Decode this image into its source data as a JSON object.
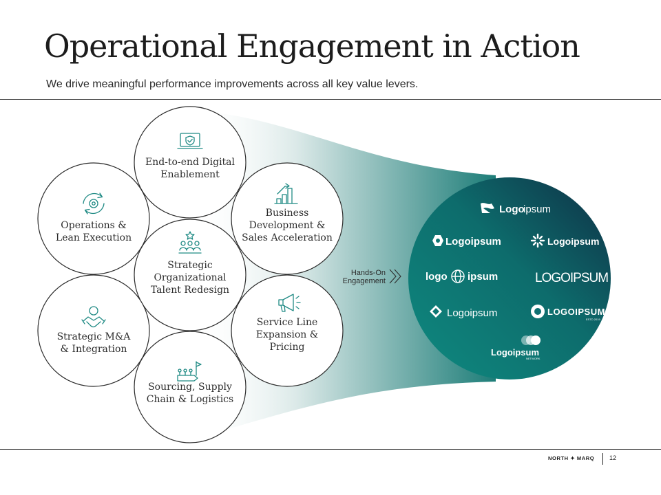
{
  "header": {
    "title": "Operational Engagement in Action",
    "subtitle": "We drive meaningful performance improvements across all key value levers."
  },
  "levers": [
    {
      "lines": [
        "End-to-end Digital",
        "Enablement"
      ],
      "icon": "laptop-shield-icon"
    },
    {
      "lines": [
        "Operations &",
        "Lean Execution"
      ],
      "icon": "gear-cycle-icon"
    },
    {
      "lines": [
        "Business",
        "Development &",
        "Sales Acceleration"
      ],
      "icon": "growth-chart-icon"
    },
    {
      "lines": [
        "Strategic",
        "Organizational",
        "Talent Redesign"
      ],
      "icon": "team-star-icon"
    },
    {
      "lines": [
        "Strategic M&A",
        "& Integration"
      ],
      "icon": "handshake-icon"
    },
    {
      "lines": [
        "Service Line",
        "Expansion &",
        "Pricing"
      ],
      "icon": "megaphone-icon"
    },
    {
      "lines": [
        "Sourcing, Supply",
        "Chain & Logistics"
      ],
      "icon": "supply-chain-flag-icon"
    }
  ],
  "engagement": {
    "lines": [
      "Hands-On",
      "Engagement"
    ],
    "icon": "double-chevron-right-icon"
  },
  "portfolio_logos": [
    {
      "name": "Logoipsum",
      "prefix": "Logo",
      "suffix": "ipsum",
      "icon": "flag-logo-icon"
    },
    {
      "name": "Logoipsum",
      "icon": "hexagon-logo-icon"
    },
    {
      "name": "Logoipsum",
      "icon": "starburst-logo-icon"
    },
    {
      "name": "logo ipsum",
      "left": "logo",
      "right": "ipsum",
      "icon": "globe-logo-icon"
    },
    {
      "name": "LOGOIPSUM",
      "icon": "serif-wordmark"
    },
    {
      "name": "Logoipsum",
      "icon": "diamond-stack-logo-icon"
    },
    {
      "name": "LOGOIPSUM",
      "tagline": "ESTD 2019",
      "icon": "lion-badge-logo-icon"
    },
    {
      "name": "Logoipsum",
      "tagline": "NETWORK",
      "icon": "circles-logo-icon"
    }
  ],
  "footer": {
    "brand": "NORTH ✦ MARQ",
    "page": "12"
  },
  "colors": {
    "accent": "#1f8a84",
    "circle_dark": "#0f3b4a",
    "circle_teal": "#0e8078",
    "rule": "#2b2b2b"
  }
}
